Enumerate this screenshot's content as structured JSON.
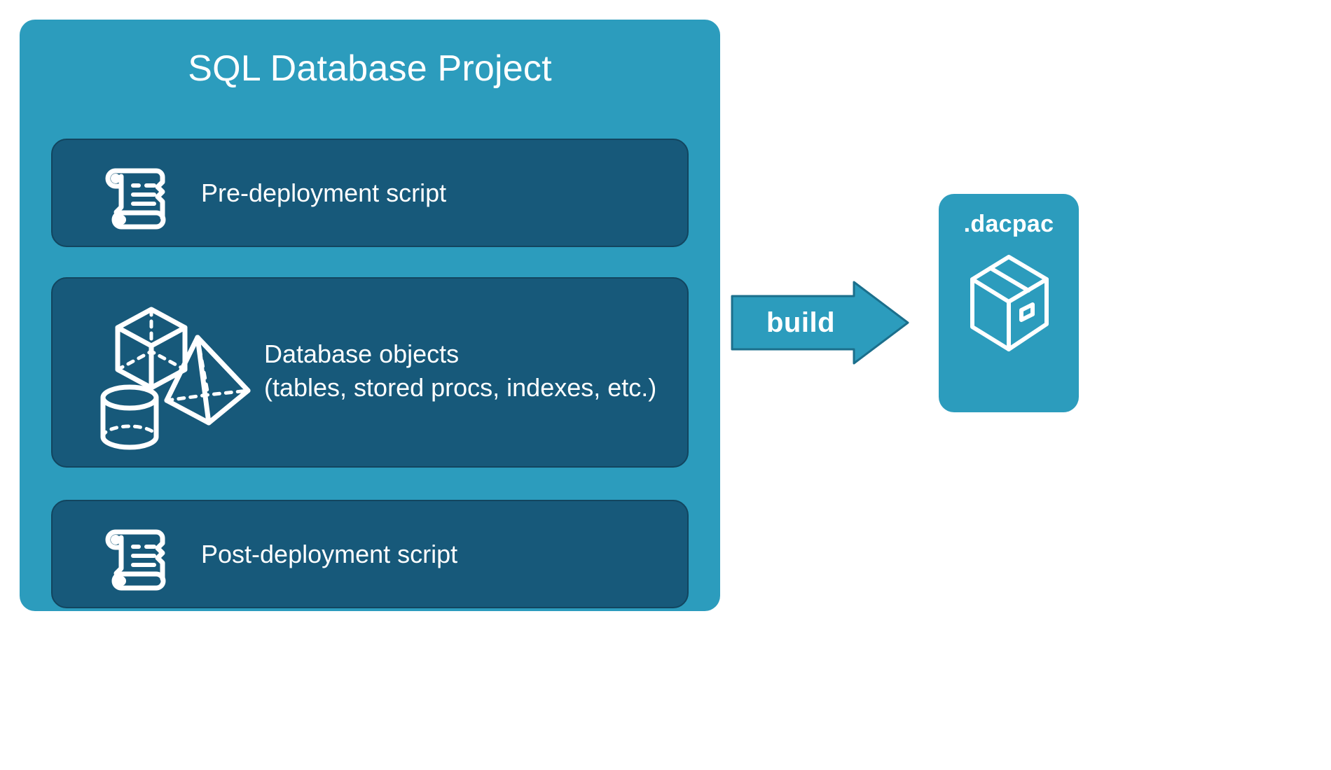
{
  "diagram": {
    "type": "flow",
    "background": "#FFFFFF",
    "colors": {
      "panel_teal": "#2C9CBD",
      "card_blue": "#17597A",
      "card_border": "#12455F",
      "arrow_fill": "#2C9CBD",
      "arrow_border": "#1B6F8C",
      "text": "#FFFFFF"
    }
  },
  "project": {
    "title": "SQL Database Project",
    "cards": [
      {
        "id": "pre-deployment",
        "label": "Pre-deployment script",
        "icon": "scroll-icon"
      },
      {
        "id": "database-objects",
        "label": "Database objects\n(tables, stored procs, indexes, etc.)",
        "label_line1": "Database objects",
        "label_line2": "(tables, stored procs, indexes, etc.)",
        "icon": "shapes-icon"
      },
      {
        "id": "post-deployment",
        "label": "Post-deployment script",
        "icon": "scroll-icon"
      }
    ]
  },
  "arrow": {
    "label": "build",
    "direction": "right",
    "icon": "arrow-right-icon"
  },
  "output": {
    "title": ".dacpac",
    "icon": "package-box-icon"
  }
}
